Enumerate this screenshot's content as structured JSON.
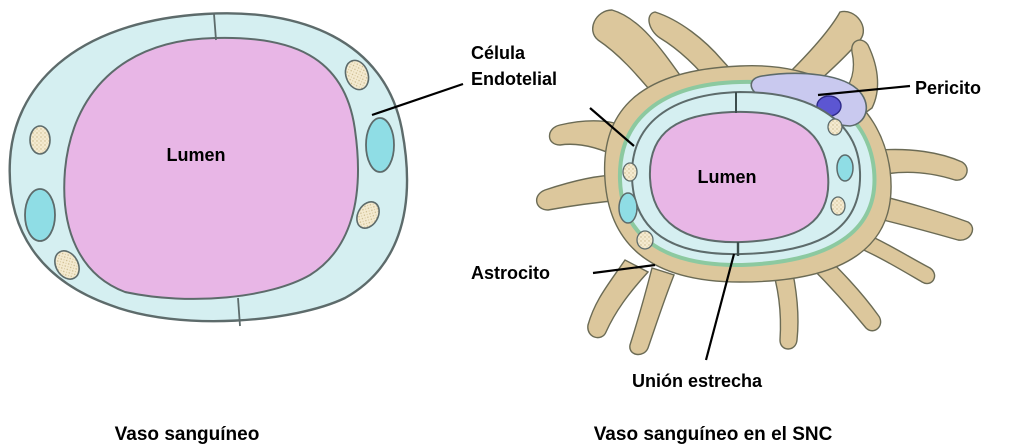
{
  "left": {
    "lumen_label": "Lumen",
    "caption": "Vaso sanguíneo"
  },
  "right": {
    "lumen_label": "Lumen",
    "caption": "Vaso sanguíneo en el SNC"
  },
  "labels": {
    "endothelial_line1": "Célula",
    "endothelial_line2": "Endotelial",
    "pericyte": "Pericito",
    "astrocyte": "Astrocito",
    "tight_junction": "Unión estrecha"
  },
  "colors": {
    "lumen": "#e8b6e6",
    "endothelium": "#d5eff1",
    "nucleus": "#8fdde5",
    "organelle": "#f4ead0",
    "astrocyte": "#dcc79c",
    "basement": "#8cc9a0",
    "pericyte": "#c9c9ef",
    "pericyte_nucleus": "#5c56d2",
    "outline": "#5d6b6b"
  }
}
